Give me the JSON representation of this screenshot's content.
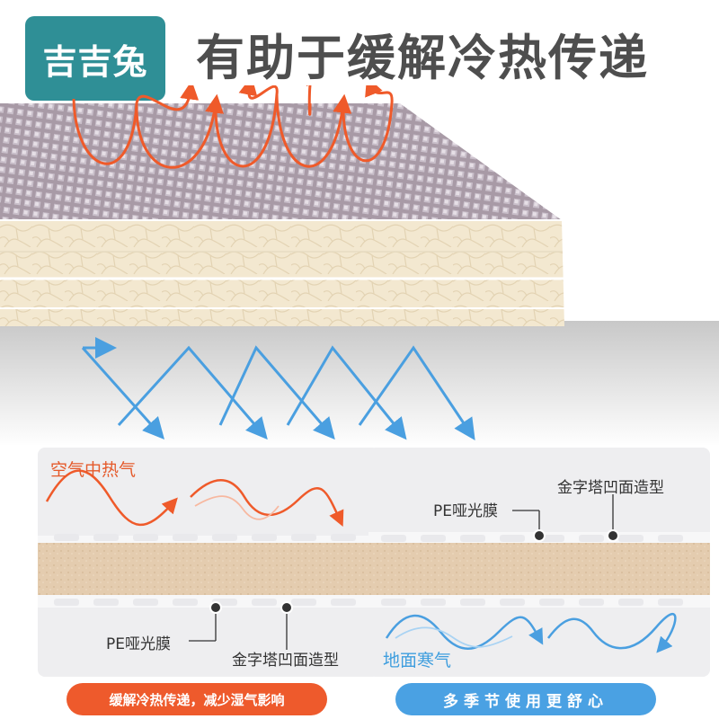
{
  "brand": {
    "name": "吉吉兔",
    "color": "#2f8f96"
  },
  "headline": "有助于缓解冷热传递",
  "left_panel": {
    "heat_label": "空气中热气",
    "film_label": "PE哑光膜",
    "texture_label": "金字塔凹面造型"
  },
  "right_panel": {
    "film_label": "PE哑光膜",
    "texture_label": "金字塔凹面造型",
    "cold_label": "地面寒气"
  },
  "pills": {
    "left": "缓解冷热传递，减少湿气影响",
    "right": "多季节使用更舒心"
  },
  "colors": {
    "heat_arrow": "#ef5a2a",
    "cold_arrow": "#4a9fe0",
    "foam": "#f2e7cf",
    "foil": "#9a8c98"
  },
  "icons": [
    "heat-arrow-icon",
    "cold-arrow-icon",
    "pointer-dot-icon"
  ]
}
